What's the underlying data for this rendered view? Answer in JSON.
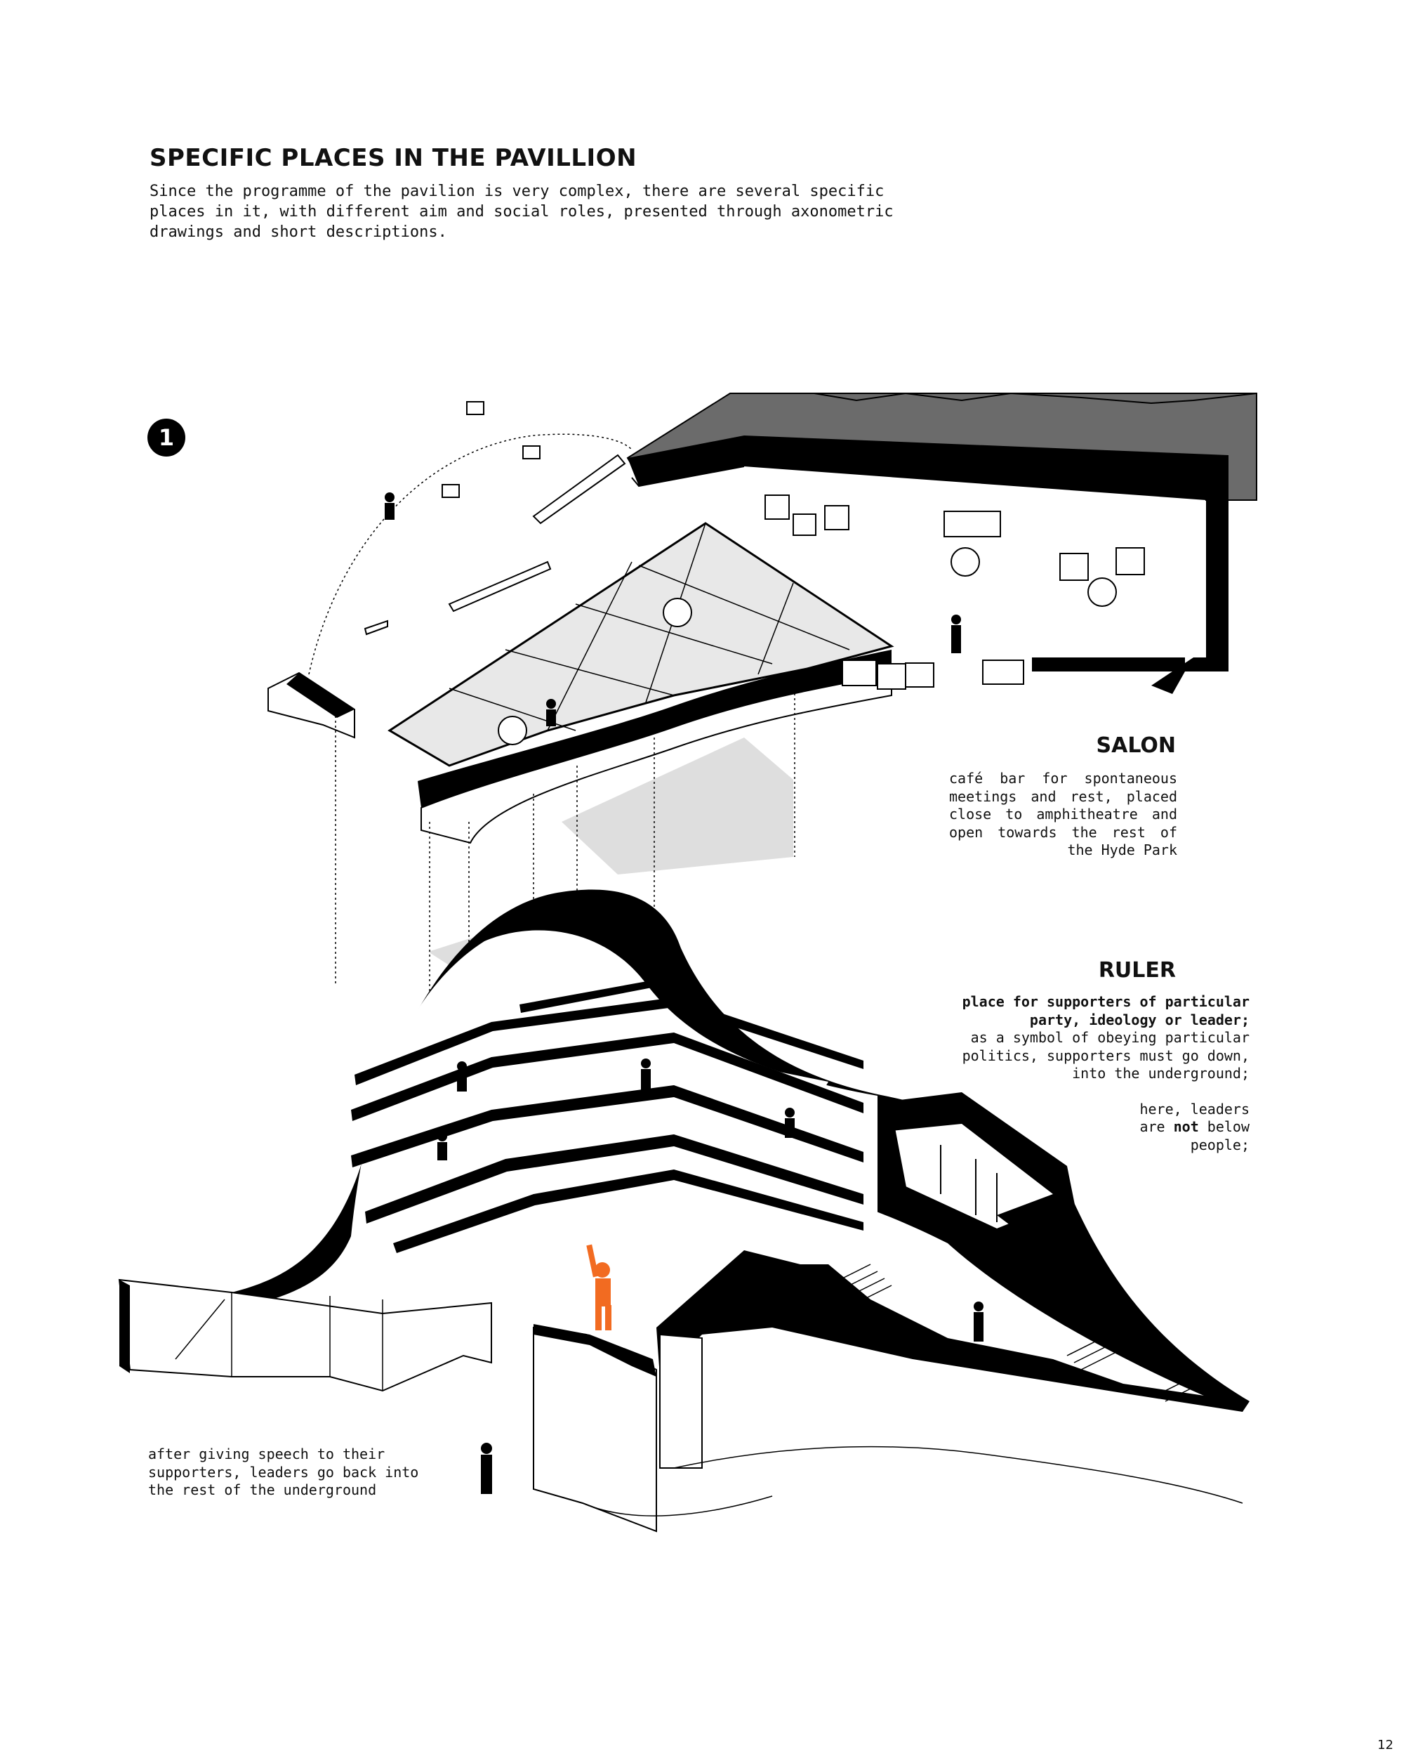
{
  "heading": "SPECIFIC PLACES IN THE PAVILLION",
  "intro_lines": [
    "Since the programme of the pavilion is very complex, there are several specific",
    "places in it, with different aim and social roles, presented through axonometric",
    "drawings and short descriptions."
  ],
  "badge": "1",
  "salon": {
    "title": "SALON",
    "lines": [
      "café bar for spontaneous",
      "meetings and rest, placed",
      "close to amphitheatre and",
      "open towards the rest of",
      "the Hyde Park"
    ]
  },
  "ruler": {
    "title": "RULER",
    "bold_lines": [
      "place for supporters of particular",
      "party, ideology or leader;"
    ],
    "lines": [
      "as a symbol of obeying particular",
      "politics, supporters must go down,",
      "into the underground;"
    ],
    "note_lines": [
      "here, leaders"
    ],
    "note_prefix": "are ",
    "note_bold": "not",
    "note_suffix": " below",
    "note_last": "people;"
  },
  "leaders_note": {
    "lines": [
      "after giving speech to their",
      "supporters, leaders go back into",
      "the rest of the underground"
    ]
  },
  "page_number": "12",
  "colors": {
    "accent_figure": "#f26b21",
    "roof_grey": "#6b6b6b",
    "shadow_grey": "#dedede",
    "glass": "#e8e8e8"
  }
}
